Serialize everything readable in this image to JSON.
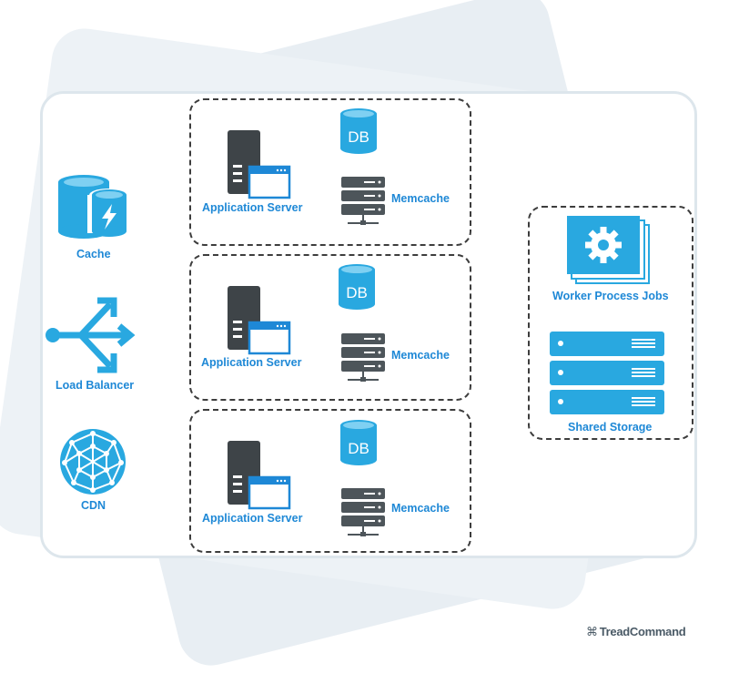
{
  "left_column": {
    "cache_label": "Cache",
    "load_balancer_label": "Load Balancer",
    "cdn_label": "CDN"
  },
  "server_groups": [
    {
      "app_server_label": "Application Server",
      "db_label": "DB",
      "memcache_label": "Memcache"
    },
    {
      "app_server_label": "Application Server",
      "db_label": "DB",
      "memcache_label": "Memcache"
    },
    {
      "app_server_label": "Application Server",
      "db_label": "DB",
      "memcache_label": "Memcache"
    }
  ],
  "right_group": {
    "worker_label": "Worker Process Jobs",
    "storage_label": "Shared Storage"
  },
  "brand": {
    "glyph": "⌘",
    "name": "TreadCommand"
  },
  "colors": {
    "accent": "#1e88d6",
    "icon_blue": "#29a8e0",
    "server_dark": "#3e4448"
  }
}
